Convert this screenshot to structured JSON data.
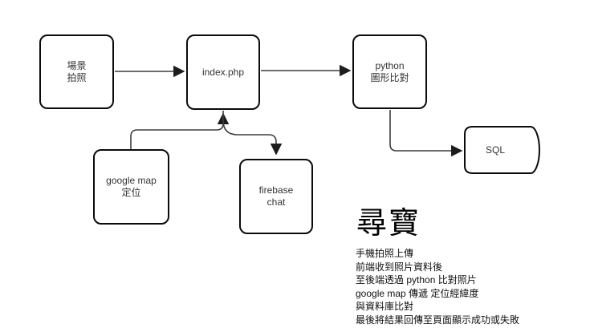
{
  "diagram": {
    "title": "尋寶",
    "nodes": {
      "scene_photo": {
        "lines": [
          "場景",
          "拍照"
        ]
      },
      "index_php": {
        "lines": [
          "index.php"
        ]
      },
      "python_match": {
        "lines": [
          "python",
          "圖形比對"
        ]
      },
      "google_map": {
        "lines": [
          "google map",
          "定位"
        ]
      },
      "firebase_chat": {
        "lines": [
          "firebase",
          "chat"
        ]
      },
      "sql_db": {
        "label": "SQL"
      }
    },
    "edges": [
      {
        "name": "scene-to-index",
        "from": "scene_photo",
        "to": "index_php"
      },
      {
        "name": "index-to-python",
        "from": "index_php",
        "to": "python_match"
      },
      {
        "name": "python-to-sql",
        "from": "python_match",
        "to": "sql_db"
      },
      {
        "name": "gmap-to-index",
        "from": "google_map",
        "to": "index_php"
      },
      {
        "name": "index-to-firebase",
        "from": "index_php",
        "to": "firebase_chat"
      }
    ],
    "notes": [
      "手機拍照上傳",
      "前端收到照片資料後",
      "至後端透過 python 比對照片",
      "google map 傳遞 定位經緯度",
      "與資料庫比對",
      "最後將結果回傳至頁面顯示成功或失敗"
    ],
    "colors": {
      "background": "#ffffff",
      "node_border": "#0b0b0b",
      "edge_stroke": "#3d3d3d",
      "label_text": "#333333",
      "note_text": "#111111"
    }
  }
}
